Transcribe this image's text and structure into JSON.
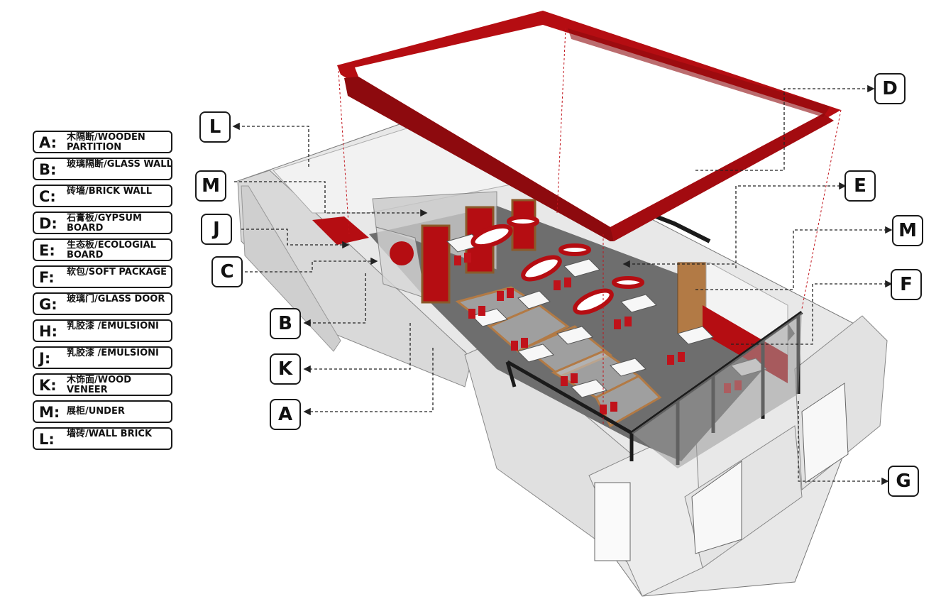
{
  "legend": [
    {
      "key": "A:",
      "text": "木隔断/WOODEN PARTITION"
    },
    {
      "key": "B:",
      "text": "玻璃隔断/GLASS WALL"
    },
    {
      "key": "C:",
      "text": "砖墙/BRICK WALL"
    },
    {
      "key": "D:",
      "text": "石膏板/GYPSUM BOARD"
    },
    {
      "key": "E:",
      "text": "生态板/ECOLOGIAL BOARD"
    },
    {
      "key": "F:",
      "text": "软包/SOFT PACKAGE"
    },
    {
      "key": "G:",
      "text": "玻璃门/GLASS DOOR"
    },
    {
      "key": "H:",
      "text": "乳胶漆 /EMULSIONI"
    },
    {
      "key": "J:",
      "text": "乳胶漆 /EMULSIONI"
    },
    {
      "key": "K:",
      "text": "木饰面/WOOD VENEER"
    },
    {
      "key": "M:",
      "text": "展柜/UNDER"
    },
    {
      "key": "L:",
      "text": "墙砖/WALL BRICK"
    }
  ],
  "callouts": {
    "L": "L",
    "M_left": "M",
    "J": "J",
    "C": "C",
    "B": "B",
    "K": "K",
    "A": "A",
    "D": "D",
    "E": "E",
    "M_right": "M",
    "F": "F",
    "G": "G"
  },
  "colors": {
    "accent_red": "#b50d12",
    "wall_grey": "#e4e4e4",
    "floor_grey": "#6d6d6d",
    "frame_black": "#1b1b1b",
    "wood": "#b27a45"
  }
}
